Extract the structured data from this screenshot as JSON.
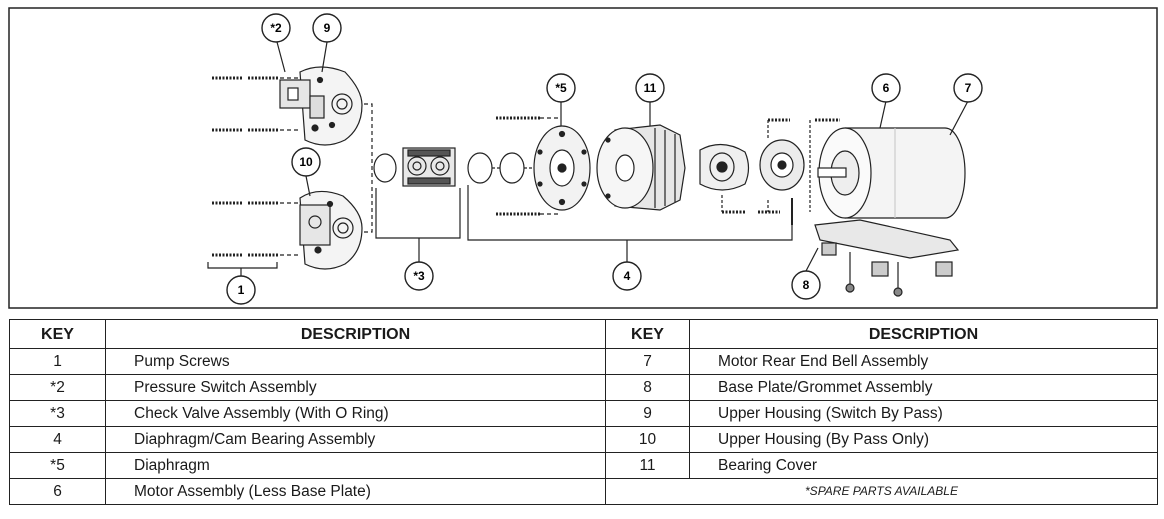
{
  "callouts": {
    "c1": "1",
    "c2": "*2",
    "c3": "*3",
    "c4": "4",
    "c5": "*5",
    "c6": "6",
    "c7": "7",
    "c8": "8",
    "c9": "9",
    "c10": "10",
    "c11": "11"
  },
  "table": {
    "header_key": "KEY",
    "header_desc": "DESCRIPTION",
    "left": [
      {
        "key": "1",
        "desc": "Pump Screws"
      },
      {
        "key": "*2",
        "desc": "Pressure Switch Assembly"
      },
      {
        "key": "*3",
        "desc": "Check Valve Assembly (With O Ring)"
      },
      {
        "key": "4",
        "desc": "Diaphragm/Cam Bearing Assembly"
      },
      {
        "key": "*5",
        "desc": "Diaphragm"
      },
      {
        "key": "6",
        "desc": "Motor Assembly (Less Base Plate)"
      }
    ],
    "right": [
      {
        "key": "7",
        "desc": "Motor Rear End Bell Assembly"
      },
      {
        "key": "8",
        "desc": "Base Plate/Grommet Assembly"
      },
      {
        "key": "9",
        "desc": "Upper Housing (Switch By Pass)"
      },
      {
        "key": "10",
        "desc": "Upper Housing (By Pass Only)"
      },
      {
        "key": "11",
        "desc": "Bearing Cover"
      }
    ],
    "footnote": "*SPARE PARTS AVAILABLE"
  }
}
